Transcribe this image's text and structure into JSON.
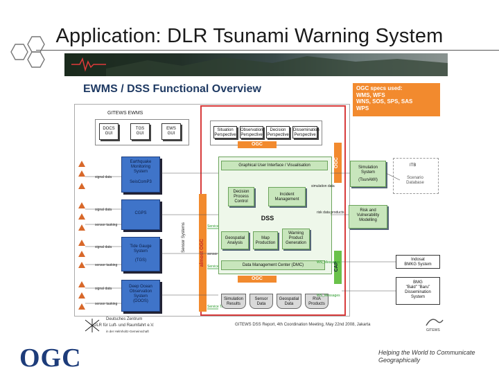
{
  "slide": {
    "title": "Application: DLR Tsunami Warning System",
    "tagline_line1": "Helping the World to Communicate",
    "tagline_line2": "Geographically",
    "org_logo": "OGC"
  },
  "diagram": {
    "heading": "EWMS / DSS Functional Overview",
    "gitews_label": "GITEWS EWMS",
    "ogc_specs": {
      "line1": "OGC specs used:",
      "line2": "WMS, WFS",
      "line3": "WNS, SOS, SPS, SAS",
      "line4": "WPS"
    },
    "guis": [
      {
        "line1": "DOCS",
        "line2": "GUI"
      },
      {
        "line1": "TGS",
        "line2": "GUI"
      },
      {
        "line1": "EWS",
        "line2": "GUI"
      }
    ],
    "perspectives": [
      {
        "line1": "Situation",
        "line2": "Perspective"
      },
      {
        "line1": "Observation",
        "line2": "Perspective"
      },
      {
        "line1": "Decision",
        "line2": "Perspective"
      },
      {
        "line1": "Dissemination",
        "line2": "Perspective"
      }
    ],
    "ogc_tag_top": "OGC",
    "ogc_tag_bottom": "OGC",
    "ogc_vertical": "OGC",
    "cap_vertical": "CAP",
    "almost_ogc": "almost OGC",
    "sensor_systems": [
      {
        "line1": "Earthquake",
        "line2": "Monitoring",
        "line3": "System",
        "line4": "SeisComP3"
      },
      {
        "line1": "CGPS",
        "line2": "",
        "line3": "",
        "line4": ""
      },
      {
        "line1": "Tide Gauge",
        "line2": "System",
        "line3": "(TGS)",
        "line4": ""
      },
      {
        "line1": "Deep Ocean",
        "line2": "Observation",
        "line3": "System",
        "line4": "(DOOS)"
      }
    ],
    "dss": {
      "gui": "Graphical User Interface / Visualisation",
      "dpc": {
        "line1": "Decision",
        "line2": "Process",
        "line3": "Control"
      },
      "incident": {
        "line1": "Incident",
        "line2": "Management"
      },
      "label": "DSS",
      "geo": {
        "line1": "Geospatial",
        "line2": "Analysis"
      },
      "map": {
        "line1": "Map",
        "line2": "Production"
      },
      "warning": {
        "line1": "Warning",
        "line2": "Product",
        "line3": "Generation"
      },
      "dmc": "Data Management Center (DMC)",
      "stores": [
        {
          "line1": "Simulation",
          "line2": "Results"
        },
        {
          "line1": "Sensor",
          "line2": "Data"
        },
        {
          "line1": "Geospatial",
          "line2": "Data"
        },
        {
          "line1": "RVA",
          "line2": "Products"
        }
      ]
    },
    "right_side": {
      "simulation": {
        "line1": "Simulation",
        "line2": "System",
        "line3": "(TsunAWI)"
      },
      "itb": "ITB",
      "scenario": {
        "line1": "Scenario",
        "line2": "Database"
      },
      "risk": {
        "line1": "Risk and",
        "line2": "Vulnerability",
        "line3": "Modelling"
      },
      "bmkg": {
        "line1": "Indosat",
        "line2": "BMKG System"
      },
      "dissem": {
        "line1": "BMG",
        "line2": "\"Bald\" \"Baru\"",
        "line3": "Dissemination",
        "line4": "System"
      }
    },
    "labels": {
      "signal_data": "signal data",
      "sensor_tasking": "sensor tasking",
      "sensor_observations": "sensor observations",
      "alerts": "alerts",
      "simulation_data": "simulation data",
      "risk_data": "risk data products",
      "ws_data": "WS_Messages",
      "sensor_sys_vertical": "Sensor Systems",
      "service_tasking": "Service Tasking"
    },
    "footer": {
      "dlr_line1": "Deutsches Zentrum",
      "dlr_line2": "DLR  für Luft- und Raumfahrt e.V.",
      "dlr_line3": "in der Helmholtz-Gemeinschaft",
      "report": "GITEWS DSS Report, 4th Coordination Meeting, May 22nd 2008, Jakarta",
      "gitews": "GITEWS"
    }
  },
  "colors": {
    "orange": "#f28a2e",
    "red_frame": "#d73a3a",
    "sensor_blue": "#3f74c9",
    "dss_green": "#c8e6bc",
    "ogc_navy": "#1d3c7a"
  }
}
